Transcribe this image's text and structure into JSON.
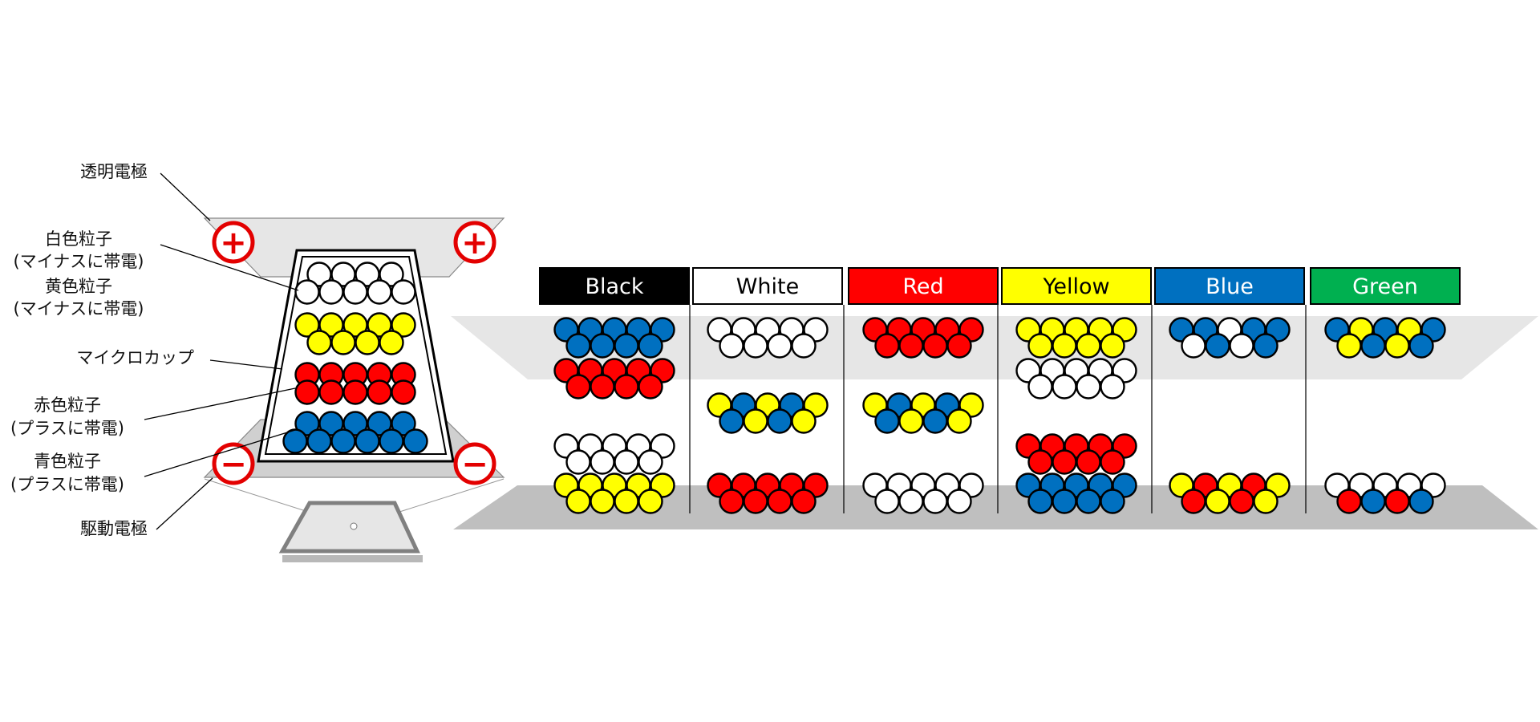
{
  "labels": {
    "transparent_electrode": "透明電極",
    "white_particle_1": "白色粒子",
    "white_particle_2": "(マイナスに帯電)",
    "yellow_particle_1": "黄色粒子",
    "yellow_particle_2": "(マイナスに帯電)",
    "microcup": "マイクロカップ",
    "red_particle_1": "赤色粒子",
    "red_particle_2": "(プラスに帯電)",
    "blue_particle_1": "青色粒子",
    "blue_particle_2": "(プラスに帯電)",
    "drive_electrode": "駆動電極"
  },
  "signs": {
    "plus": "+",
    "minus": "−"
  },
  "colors": {
    "white": "#ffffff",
    "yellow": "#ffff00",
    "red": "#ff0000",
    "blue": "#0070c0",
    "black": "#000000",
    "green": "#00b050",
    "sign_red": "#e30000",
    "panel_gray": "#e6e6e6",
    "bottom_gray": "#bfbfbf"
  },
  "columns": [
    {
      "id": "black",
      "label": "Black",
      "header_color": "#000000",
      "text_color": "#ffffff",
      "layers": [
        [
          "blue",
          "blue"
        ],
        [
          "red",
          "red"
        ],
        [],
        [
          "white",
          "white"
        ],
        [
          "yellow",
          "yellow"
        ]
      ]
    },
    {
      "id": "white",
      "label": "White",
      "header_color": "#ffffff",
      "text_color": "#000000",
      "layers": [
        [
          "white",
          "white"
        ],
        [],
        [
          "yellow",
          "blue"
        ],
        [],
        [
          "red",
          "red"
        ]
      ]
    },
    {
      "id": "red",
      "label": "Red",
      "header_color": "#ff0000",
      "text_color": "#ffffff",
      "layers": [
        [
          "red",
          "red"
        ],
        [],
        [
          "yellow",
          "blue"
        ],
        [],
        [
          "white",
          "white"
        ]
      ]
    },
    {
      "id": "yellow",
      "label": "Yellow",
      "header_color": "#ffff00",
      "text_color": "#000000",
      "layers": [
        [
          "yellow",
          "yellow"
        ],
        [
          "white",
          "white"
        ],
        [],
        [
          "red",
          "red"
        ],
        [
          "blue",
          "blue"
        ]
      ]
    },
    {
      "id": "blue",
      "label": "Blue",
      "header_color": "#0070c0",
      "text_color": "#ffffff",
      "layers": [
        [
          "blue",
          "white"
        ],
        [],
        [],
        [],
        [
          "red",
          "yellow"
        ]
      ]
    },
    {
      "id": "green",
      "label": "Green",
      "header_color": "#00b050",
      "text_color": "#ffffff",
      "layers": [
        [
          "blue",
          "yellow"
        ],
        [],
        [],
        [],
        [
          "white",
          "red-blue"
        ]
      ]
    }
  ]
}
